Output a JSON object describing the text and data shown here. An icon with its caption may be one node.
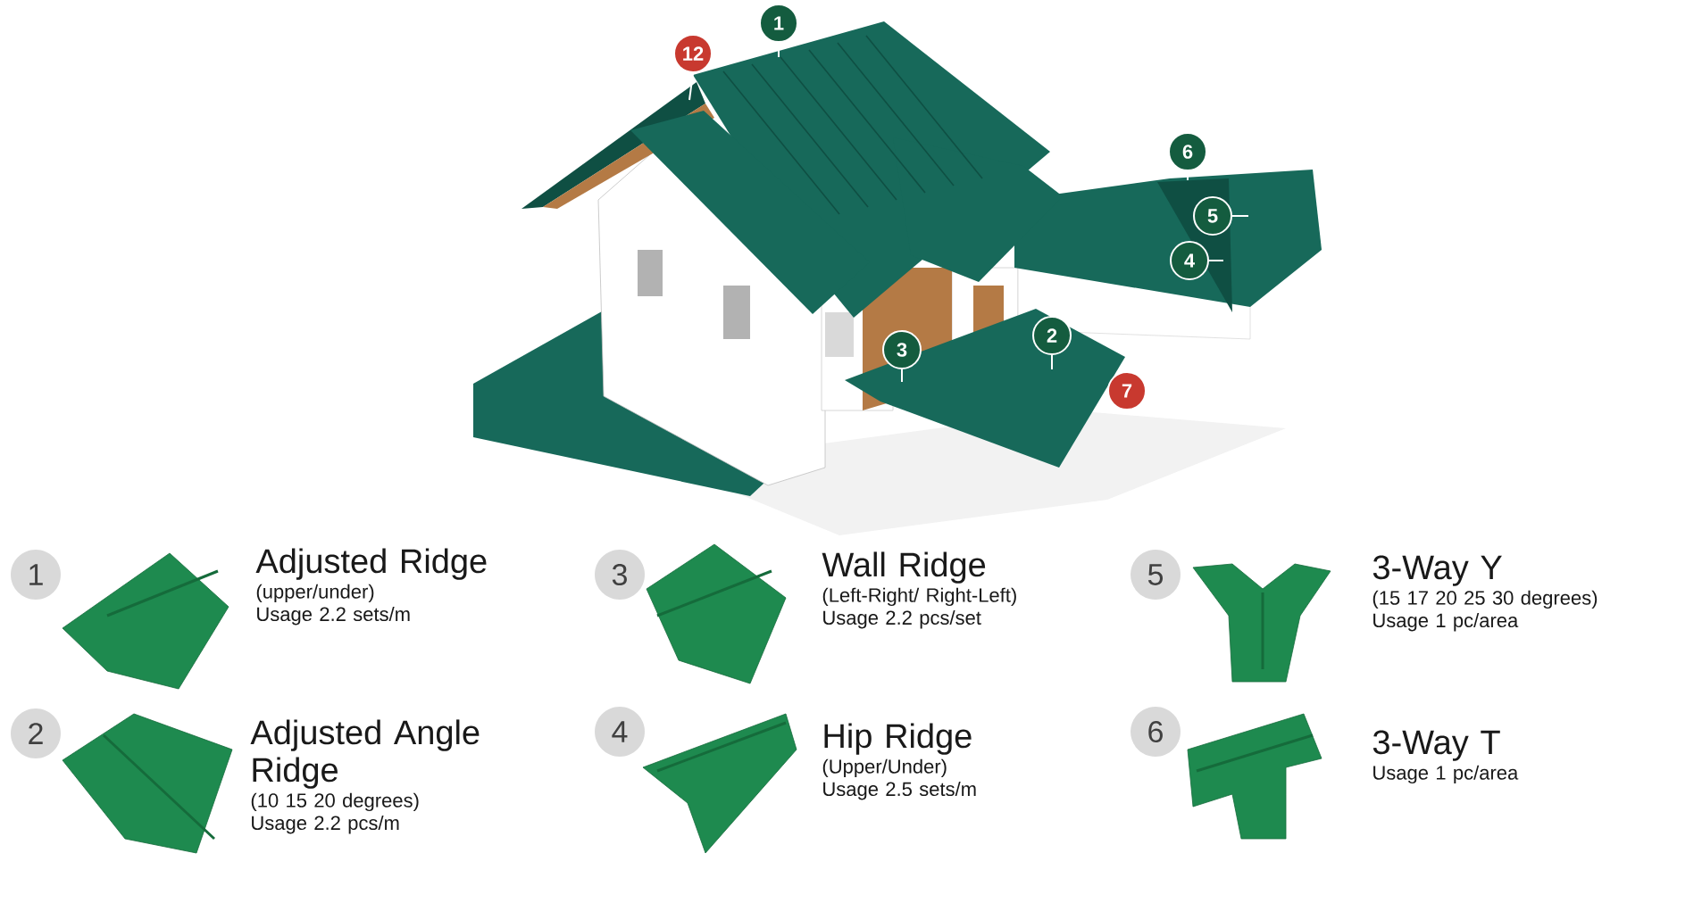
{
  "diagram": {
    "nodes": [
      {
        "text": [
          "1"
        ]
      },
      {
        "text": [
          "12"
        ]
      },
      {
        "text": [
          "6"
        ]
      },
      {
        "text": [
          "5"
        ]
      },
      {
        "text": [
          "4"
        ]
      },
      {
        "text": [
          "3"
        ]
      },
      {
        "text": [
          "2"
        ]
      },
      {
        "text": [
          "7"
        ]
      },
      {
        "text": [
          "1"
        ],
        "beside": [
          "Adjusted Ridge",
          "(upper/under)",
          "Usage 2.2 sets/m"
        ]
      },
      {
        "text": [
          "3"
        ],
        "beside": [
          "Wall Ridge",
          "(Left-Right/ Right-Left)",
          "Usage 2.2 pcs/set"
        ]
      },
      {
        "text": [
          "5"
        ],
        "beside": [
          "3-Way Y",
          "(15 17 20 25 30 degrees)",
          "Usage 1 pc/area"
        ]
      },
      {
        "text": [
          "2"
        ],
        "beside": [
          "Adjusted Angle Ridge",
          "(10 15 20 degrees)",
          "Usage 2.2 pcs/m"
        ]
      },
      {
        "text": [
          "4"
        ],
        "beside": [
          "Hip Ridge",
          "(Upper/Under)",
          "Usage 2.5 sets/m"
        ]
      },
      {
        "text": [
          "6"
        ],
        "beside": [
          "3-Way T",
          "Usage 1 pc/area"
        ]
      }
    ],
    "edges": [
      {
        "from": 0,
        "to": null,
        "arrow": "none"
      },
      {
        "from": 1,
        "to": null,
        "arrow": "none"
      },
      {
        "from": 2,
        "to": null,
        "arrow": "none"
      },
      {
        "from": 3,
        "to": null,
        "arrow": "none"
      },
      {
        "from": 4,
        "to": null,
        "arrow": "none"
      },
      {
        "from": 5,
        "to": null,
        "arrow": "none"
      },
      {
        "from": 6,
        "to": null,
        "arrow": "none"
      }
    ]
  }
}
